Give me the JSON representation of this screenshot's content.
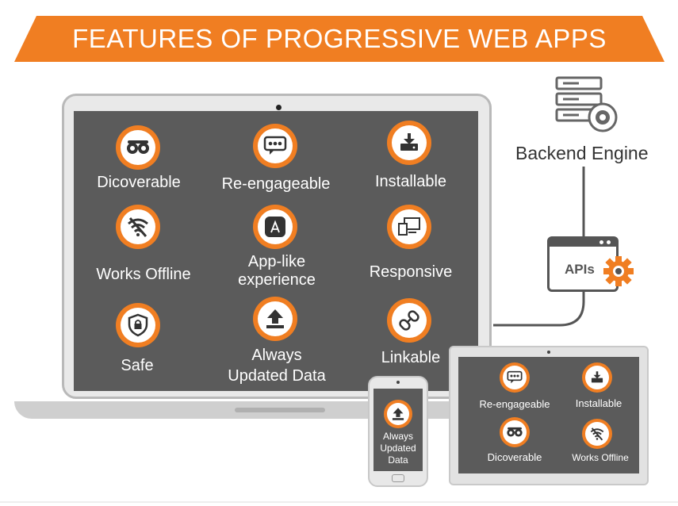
{
  "banner": {
    "title": "FEATURES OF PROGRESSIVE WEB APPS",
    "color": "#f07e22"
  },
  "laptop": {
    "features": [
      {
        "label": "Dicoverable",
        "icon": "owl-eyes-icon"
      },
      {
        "label": "Re-engageable",
        "icon": "message-bubble-icon"
      },
      {
        "label": "Installable",
        "icon": "download-tray-icon"
      },
      {
        "label": "Works Offline",
        "icon": "wifi-off-icon"
      },
      {
        "label_line1": "App-like",
        "label_line2": "experience",
        "icon": "app-store-icon"
      },
      {
        "label": "Responsive",
        "icon": "devices-icon"
      },
      {
        "label": "Safe",
        "icon": "shield-lock-icon"
      },
      {
        "label_line1": "Always",
        "label_line2": "Updated Data",
        "icon": "upload-icon"
      },
      {
        "label": "Linkable",
        "icon": "link-icon"
      }
    ]
  },
  "backend": {
    "label": "Backend Engine",
    "icon": "server-gear-icon"
  },
  "apis": {
    "label": "APIs",
    "icon": "gear-icon"
  },
  "tablet": {
    "features": [
      {
        "label": "Re-engageable",
        "icon": "message-bubble-icon"
      },
      {
        "label": "Installable",
        "icon": "download-tray-icon"
      },
      {
        "label": "Dicoverable",
        "icon": "owl-eyes-icon"
      },
      {
        "label": "Works Offline",
        "icon": "wifi-off-icon"
      }
    ]
  },
  "phone": {
    "feature": {
      "line1": "Always",
      "line2": "Updated",
      "line3": "Data",
      "icon": "upload-icon"
    }
  },
  "colors": {
    "accent": "#f07e22",
    "screen": "#5b5b5b",
    "frame": "#b9b9b9",
    "connector": "#555555"
  }
}
